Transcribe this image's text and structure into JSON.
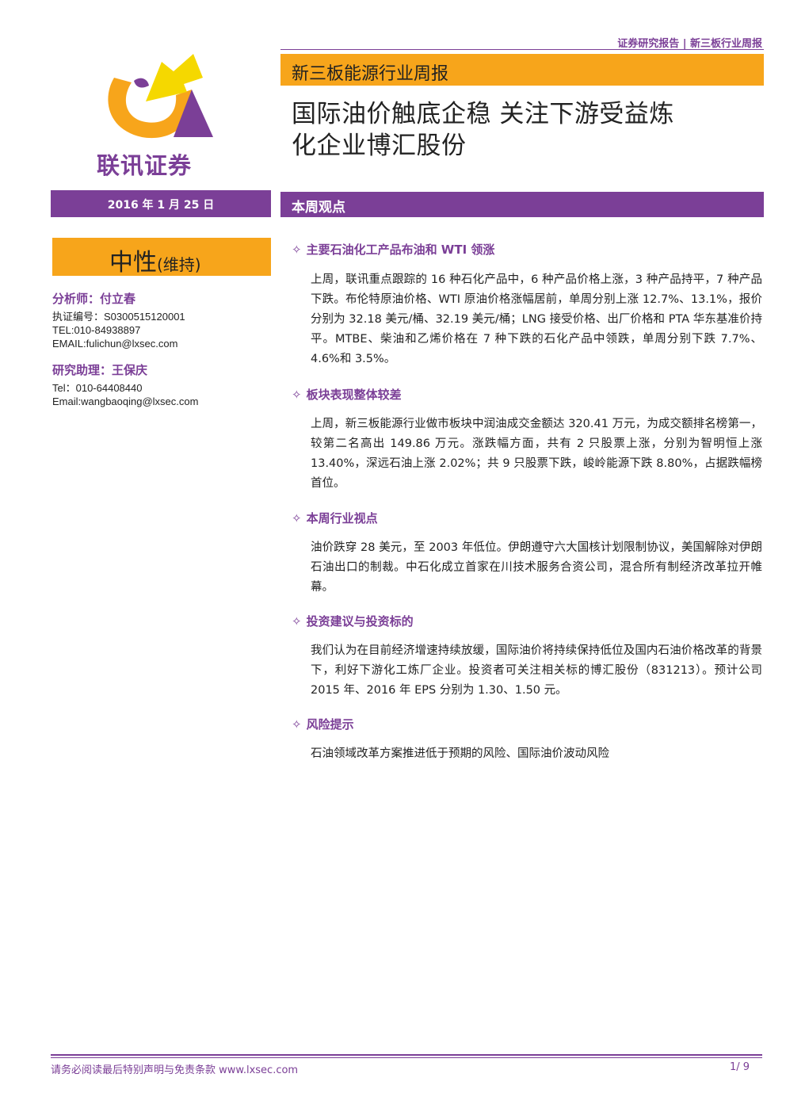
{
  "header": {
    "top_tag": "证券研究报告 | 新三板行业周报",
    "banner": "新三板能源行业周报",
    "title_line1": "国际油价触底企稳 关注下游受益炼",
    "title_line2": "化企业博汇股份"
  },
  "logo": {
    "text": "联讯证券",
    "colors": {
      "gold": "#f7a51b",
      "purple": "#7b3f97",
      "yellow": "#f5d800"
    }
  },
  "sidebar": {
    "date": "2016 年 1 月 25 日",
    "rating_main": "中性",
    "rating_sub": "(维持)",
    "analyst": {
      "heading": "分析师：付立春",
      "cert": "执证编号：S0300515120001",
      "tel": "TEL:010-84938897",
      "email": "EMAIL:fulichun@lxsec.com"
    },
    "assistant": {
      "heading": "研究助理：王保庆",
      "tel": "Tel：010-64408440",
      "email": "Email:wangbaoqing@lxsec.com"
    }
  },
  "main": {
    "section_title": "本周观点",
    "points": [
      {
        "heading": "主要石油化工产品布油和 WTI 领涨",
        "body": "上周，联讯重点跟踪的 16 种石化产品中，6 种产品价格上涨，3 种产品持平，7 种产品下跌。布伦特原油价格、WTI 原油价格涨幅居前，单周分别上涨 12.7%、13.1%，报价分别为 32.18 美元/桶、32.19 美元/桶；LNG 接受价格、出厂价格和 PTA 华东基准价持平。MTBE、柴油和乙烯价格在 7 种下跌的石化产品中领跌，单周分别下跌 7.7%、4.6%和 3.5%。"
      },
      {
        "heading": "板块表现整体较差",
        "body": "上周，新三板能源行业做市板块中润油成交金额达 320.41 万元，为成交额排名榜第一，较第二名高出 149.86 万元。涨跌幅方面，共有 2 只股票上涨，分别为智明恒上涨 13.40%，深远石油上涨 2.02%；共 9 只股票下跌，峻岭能源下跌 8.80%，占据跌幅榜首位。"
      },
      {
        "heading": "本周行业视点",
        "body": "油价跌穿 28 美元，至 2003 年低位。伊朗遵守六大国核计划限制协议，美国解除对伊朗石油出口的制裁。中石化成立首家在川技术服务合资公司，混合所有制经济改革拉开帷幕。"
      },
      {
        "heading": "投资建议与投资标的",
        "body": "我们认为在目前经济增速持续放缓，国际油价将持续保持低位及国内石油价格改革的背景下，利好下游化工炼厂企业。投资者可关注相关标的博汇股份（831213）。预计公司 2015 年、2016 年 EPS 分别为 1.30、1.50 元。"
      },
      {
        "heading": "风险提示",
        "body": "石油领域改革方案推进低于预期的风险、国际油价波动风险"
      }
    ],
    "diamond_glyph": "✧"
  },
  "footer": {
    "disclaimer": "请务必阅读最后特别声明与免责条款 www.lxsec.com",
    "page": "1/ 9"
  }
}
